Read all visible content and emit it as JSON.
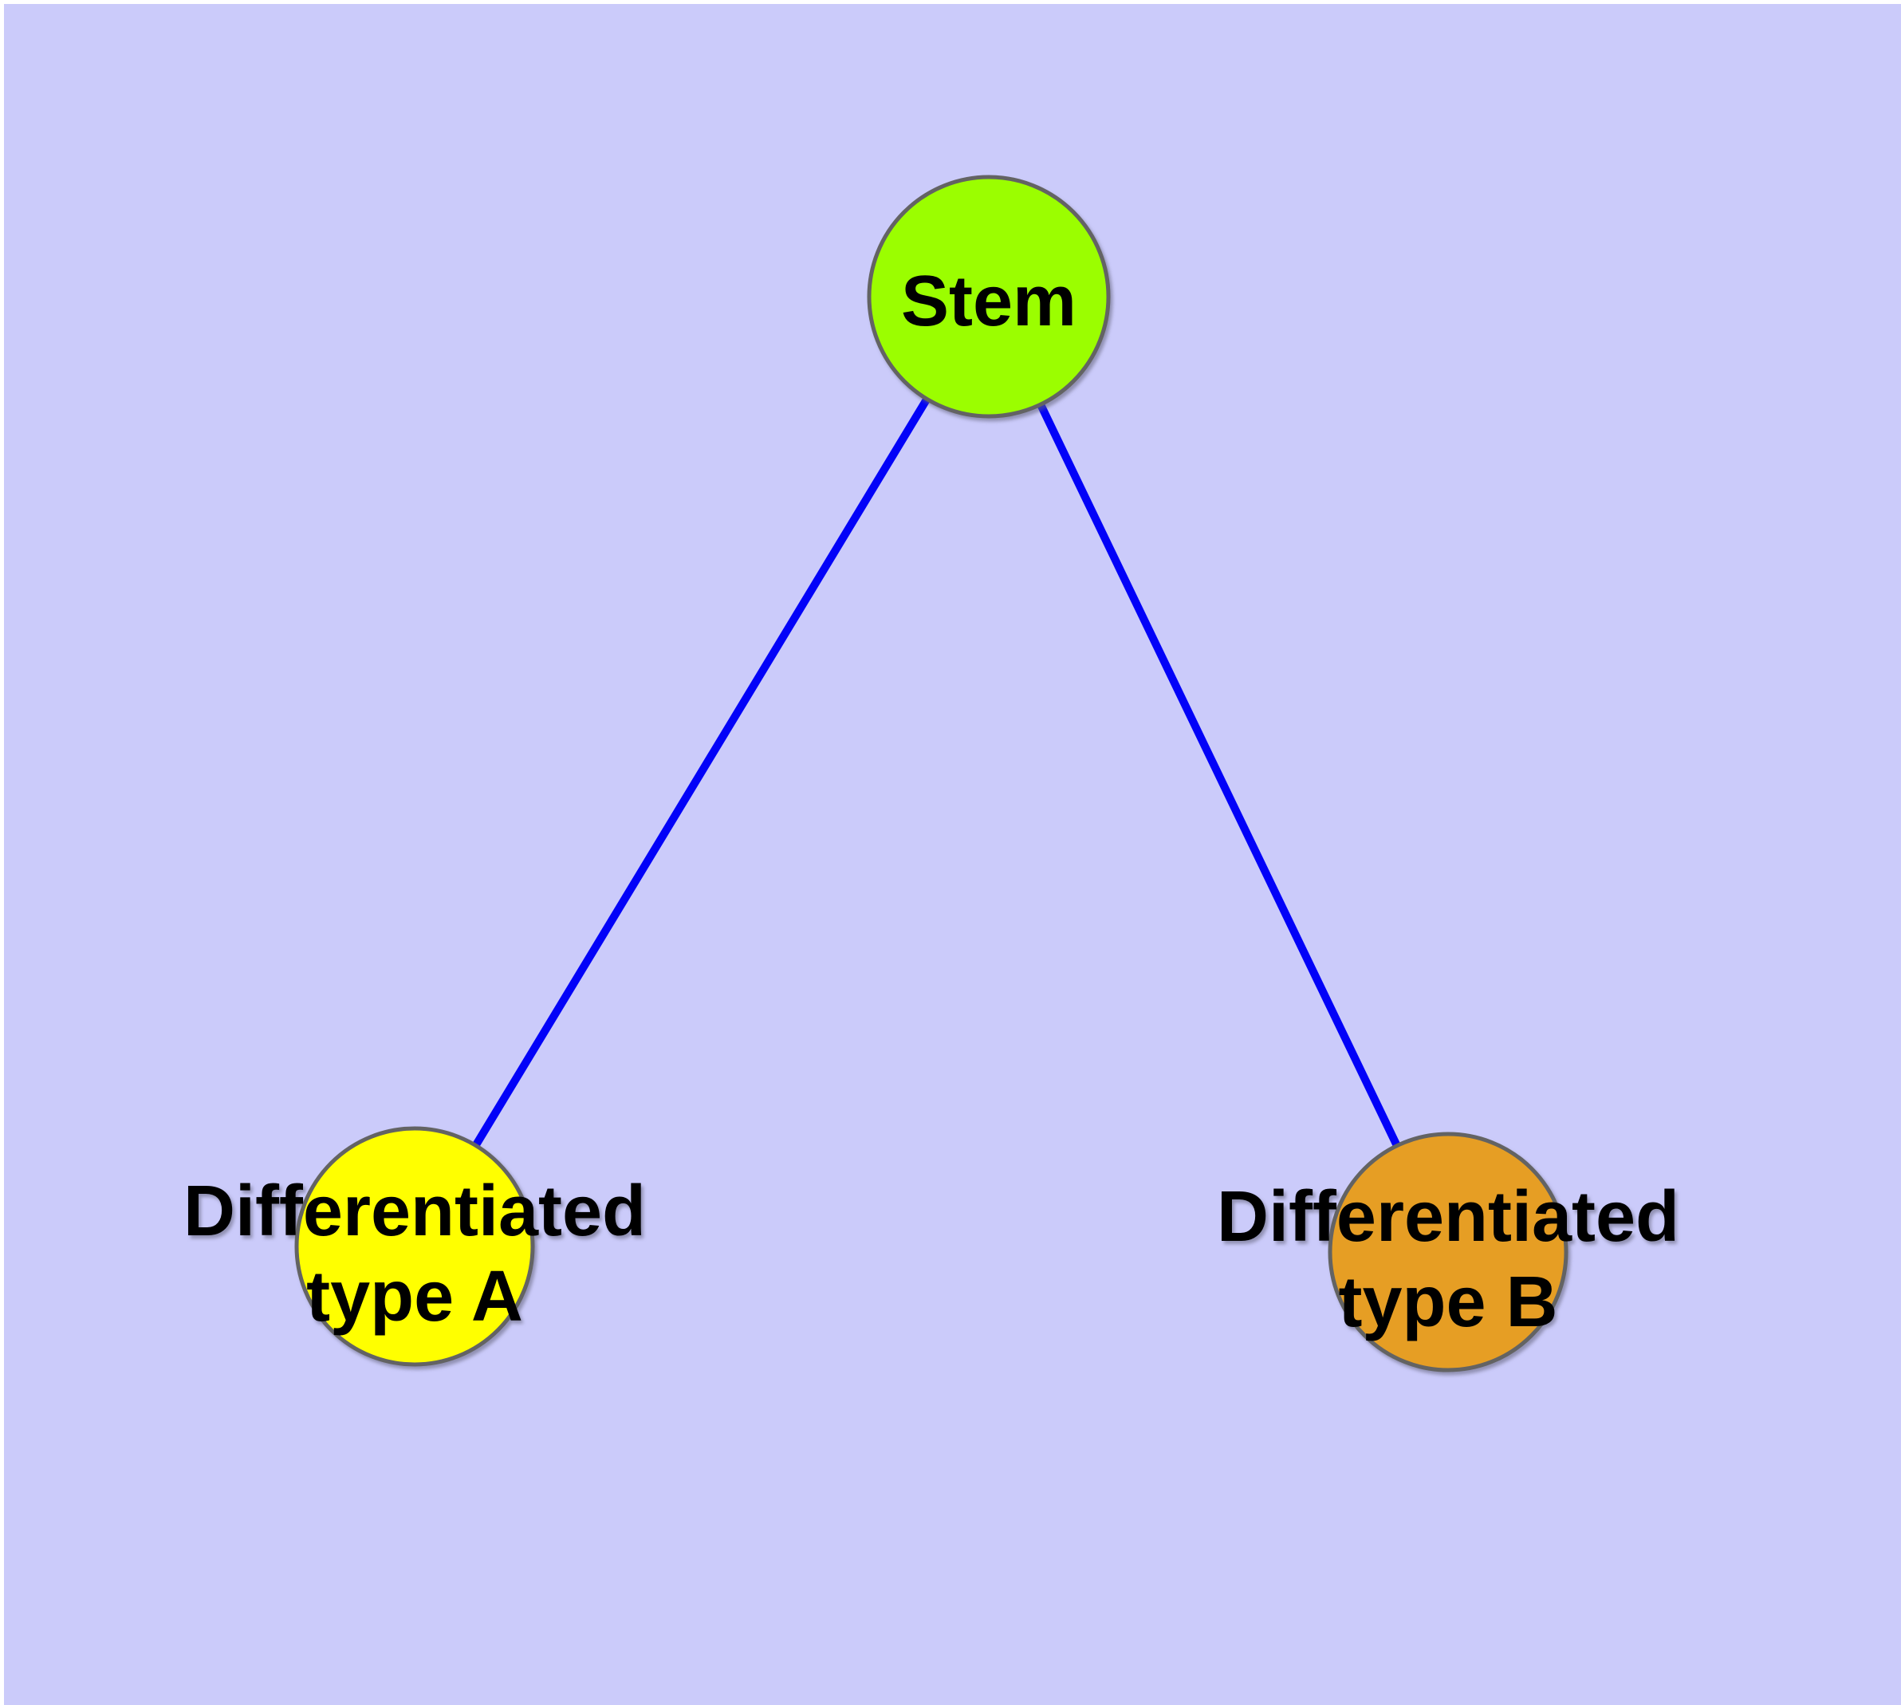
{
  "diagram": {
    "background_color": "#cbcbfa",
    "margin_color": "#ffffff",
    "edge_color": "#0202f8",
    "node_stroke_color": "#636363",
    "text_color": "#000000",
    "nodes": [
      {
        "id": "stem",
        "label_lines": [
          "Stem"
        ],
        "fill": "#9bfe00"
      },
      {
        "id": "differentiated-type-a",
        "label_lines": [
          "Differentiated",
          "type A"
        ],
        "fill": "#ffff00"
      },
      {
        "id": "differentiated-type-b",
        "label_lines": [
          "Differentiated",
          "type B"
        ],
        "fill": "#e69e24"
      }
    ],
    "edges": [
      {
        "from": "stem",
        "to": "differentiated-type-a"
      },
      {
        "from": "stem",
        "to": "differentiated-type-b"
      }
    ]
  }
}
